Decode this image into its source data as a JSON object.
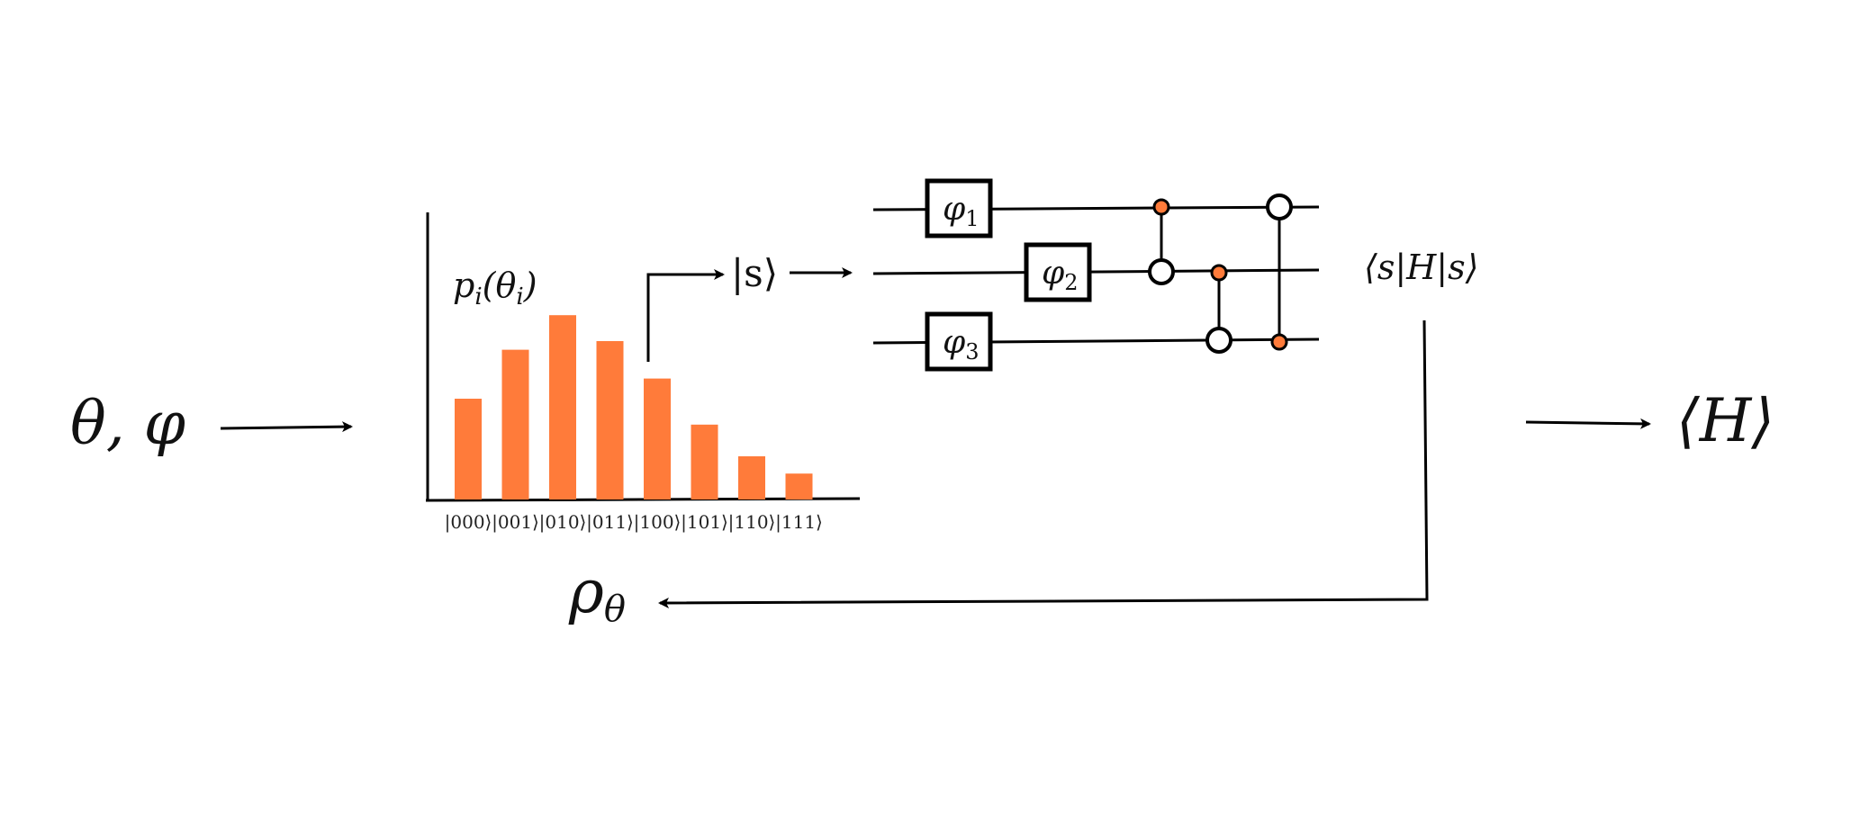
{
  "colors": {
    "accent": "#FF7B3A",
    "ink": "#000000"
  },
  "input_label": "θ, φ",
  "bar_chart": {
    "label": "p",
    "label_sub": "i",
    "label_arg": "(θ",
    "label_arg_sub": "i",
    "label_close": ")"
  },
  "chart_data": {
    "type": "bar",
    "categories": [
      "|000⟩",
      "|001⟩",
      "|010⟩",
      "|011⟩",
      "|100⟩",
      "|101⟩",
      "|110⟩",
      "|111⟩"
    ],
    "values": [
      0.35,
      0.52,
      0.64,
      0.55,
      0.42,
      0.26,
      0.15,
      0.09
    ],
    "ylim": [
      0,
      1
    ],
    "grid": false
  },
  "state_label": "|s⟩",
  "circuit": {
    "gates": [
      {
        "symbol": "φ",
        "sub": "1",
        "wire": 0
      },
      {
        "symbol": "φ",
        "sub": "2",
        "wire": 1
      },
      {
        "symbol": "φ",
        "sub": "3",
        "wire": 2
      }
    ],
    "controls": [
      {
        "filled_wire": 0,
        "open_wire": 1
      },
      {
        "filled_wire": 1,
        "open_wire": 2
      },
      {
        "filled_wire": 2,
        "open_wire": 0
      }
    ]
  },
  "measurement_label": "⟨s|H|s⟩",
  "output_label": "⟨H⟩",
  "feedback_label": "ρ",
  "feedback_sub": "θ"
}
